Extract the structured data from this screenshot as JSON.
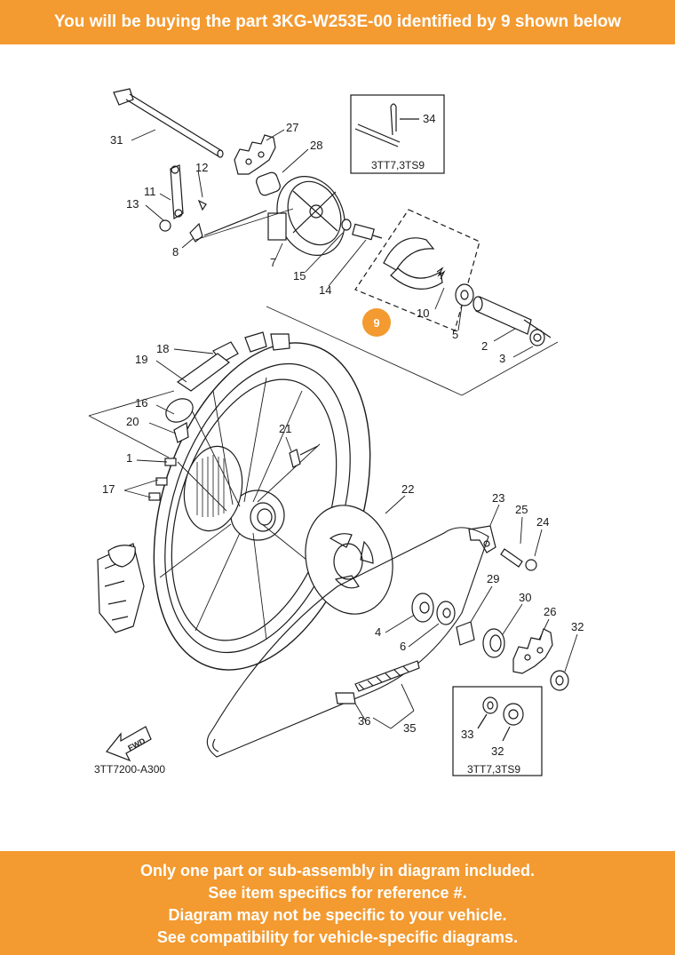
{
  "header": {
    "text": "You will be buying the part 3KG-W253E-00 identified by 9 shown below",
    "background": "#f39a30"
  },
  "footer": {
    "lines": [
      "Only one part or sub-assembly in diagram included.",
      "See item specifics for reference #.",
      "Diagram may not be specific to your vehicle.",
      "See compatibility for vehicle-specific diagrams."
    ]
  },
  "diagram": {
    "highlight_color": "#f39a30",
    "highlighted_part": "9",
    "drawing_code": "3TT7200-A300",
    "fwd_label": "FWD",
    "inset_top_label": "3TT7,3TS9",
    "inset_bottom_label": "3TT7,3TS9",
    "labels": [
      {
        "id": "31",
        "text": "31"
      },
      {
        "id": "27",
        "text": "27"
      },
      {
        "id": "28",
        "text": "28"
      },
      {
        "id": "34",
        "text": "34"
      },
      {
        "id": "12",
        "text": "12"
      },
      {
        "id": "11",
        "text": "11"
      },
      {
        "id": "13",
        "text": "13"
      },
      {
        "id": "8",
        "text": "8"
      },
      {
        "id": "7",
        "text": "7"
      },
      {
        "id": "15",
        "text": "15"
      },
      {
        "id": "14",
        "text": "14"
      },
      {
        "id": "10",
        "text": "10"
      },
      {
        "id": "5",
        "text": "5"
      },
      {
        "id": "2",
        "text": "2"
      },
      {
        "id": "3",
        "text": "3"
      },
      {
        "id": "18",
        "text": "18"
      },
      {
        "id": "19",
        "text": "19"
      },
      {
        "id": "16",
        "text": "16"
      },
      {
        "id": "20",
        "text": "20"
      },
      {
        "id": "21",
        "text": "21"
      },
      {
        "id": "1",
        "text": "1"
      },
      {
        "id": "17",
        "text": "17"
      },
      {
        "id": "22",
        "text": "22"
      },
      {
        "id": "23",
        "text": "23"
      },
      {
        "id": "25",
        "text": "25"
      },
      {
        "id": "24",
        "text": "24"
      },
      {
        "id": "29",
        "text": "29"
      },
      {
        "id": "30",
        "text": "30"
      },
      {
        "id": "26",
        "text": "26"
      },
      {
        "id": "32",
        "text": "32"
      },
      {
        "id": "4",
        "text": "4"
      },
      {
        "id": "6",
        "text": "6"
      },
      {
        "id": "36",
        "text": "36"
      },
      {
        "id": "35",
        "text": "35"
      },
      {
        "id": "33",
        "text": "33"
      },
      {
        "id": "32b",
        "text": "32"
      }
    ]
  }
}
